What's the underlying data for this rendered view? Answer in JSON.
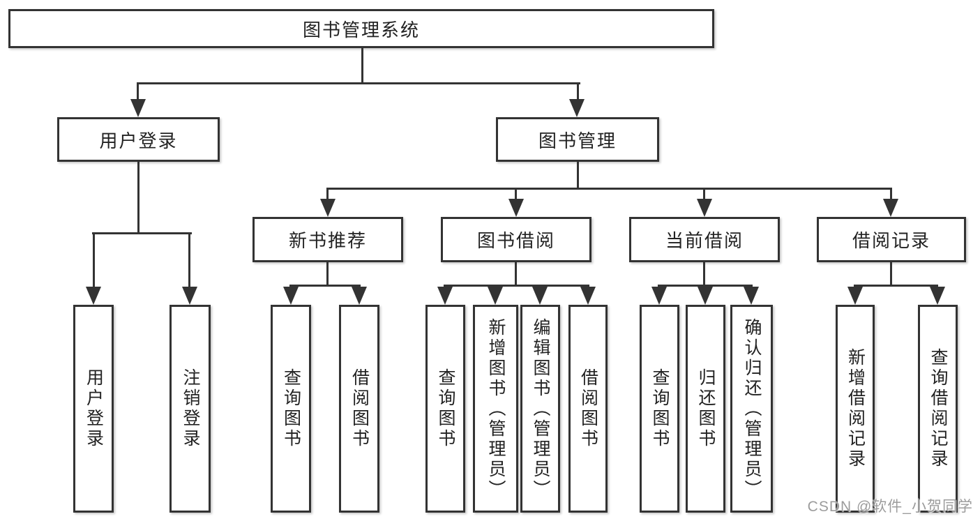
{
  "diagram": {
    "title": "图书管理系统",
    "root": {
      "label": "图书管理系统"
    },
    "branches": [
      {
        "label": "用户登录",
        "children": [
          {
            "label": "用户登录"
          },
          {
            "label": "注销登录"
          }
        ]
      },
      {
        "label": "图书管理",
        "children": [
          {
            "label": "新书推荐",
            "children": [
              {
                "label": "查询图书"
              },
              {
                "label": "借阅图书"
              }
            ]
          },
          {
            "label": "图书借阅",
            "children": [
              {
                "label": "查询图书"
              },
              {
                "label": "新增图书（管理员）"
              },
              {
                "label": "编辑图书（管理员）"
              },
              {
                "label": "借阅图书"
              }
            ]
          },
          {
            "label": "当前借阅",
            "children": [
              {
                "label": "查询图书"
              },
              {
                "label": "归还图书"
              },
              {
                "label": "确认归还（管理员）"
              }
            ]
          },
          {
            "label": "借阅记录",
            "children": [
              {
                "label": "新增借阅记录"
              },
              {
                "label": "查询借阅记录"
              }
            ]
          }
        ]
      }
    ]
  },
  "watermark": {
    "text": "CSDN @软件_小贺同学"
  },
  "colors": {
    "line": "#333333",
    "box_border": "#333333",
    "text": "#222222",
    "watermark": "#9c9c9c",
    "background": "#ffffff"
  }
}
